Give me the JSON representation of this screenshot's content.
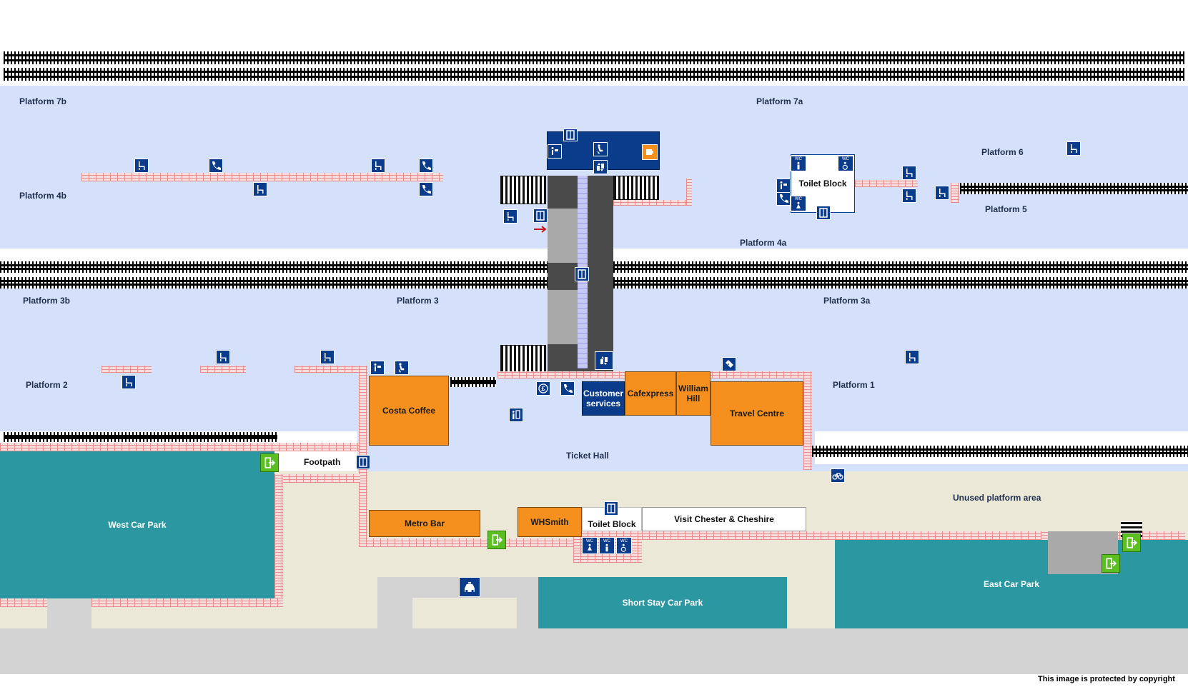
{
  "labels": {
    "platform_7b": "Platform 7b",
    "platform_7a": "Platform 7a",
    "platform_4b": "Platform 4b",
    "platform_4a": "Platform 4a",
    "platform_6": "Platform 6",
    "platform_5": "Platform 5",
    "platform_3b": "Platform 3b",
    "platform_3": "Platform 3",
    "platform_3a": "Platform 3a",
    "platform_2": "Platform 2",
    "platform_1": "Platform 1",
    "footpath": "Footpath",
    "ticket_hall": "Ticket Hall",
    "unused_area": "Unused platform area",
    "copyright": "This image is protected by copyright"
  },
  "shops": {
    "costa": "Costa Coffee",
    "cafexpress": "Cafexpress",
    "william_hill": "William Hill",
    "travel_centre": "Travel Centre",
    "metro_bar": "Metro Bar",
    "whsmith": "WHSmith"
  },
  "facilities": {
    "customer_services": "Customer services",
    "toilet_block_top": "Toilet Block",
    "toilet_block_bottom": "Toilet Block",
    "visit_chester": "Visit Chester & Cheshire"
  },
  "car_parks": {
    "west": "West Car Park",
    "short_stay": "Short Stay Car Park",
    "east": "East Car Park"
  },
  "icon_text": {
    "wc": "WC",
    "pound": "£"
  },
  "colors": {
    "platform": "#d5e0fb",
    "shop": "#f5901e",
    "facility": "#0b3c8c",
    "car_park": "#2b97a1",
    "exit": "#5bbf21"
  }
}
